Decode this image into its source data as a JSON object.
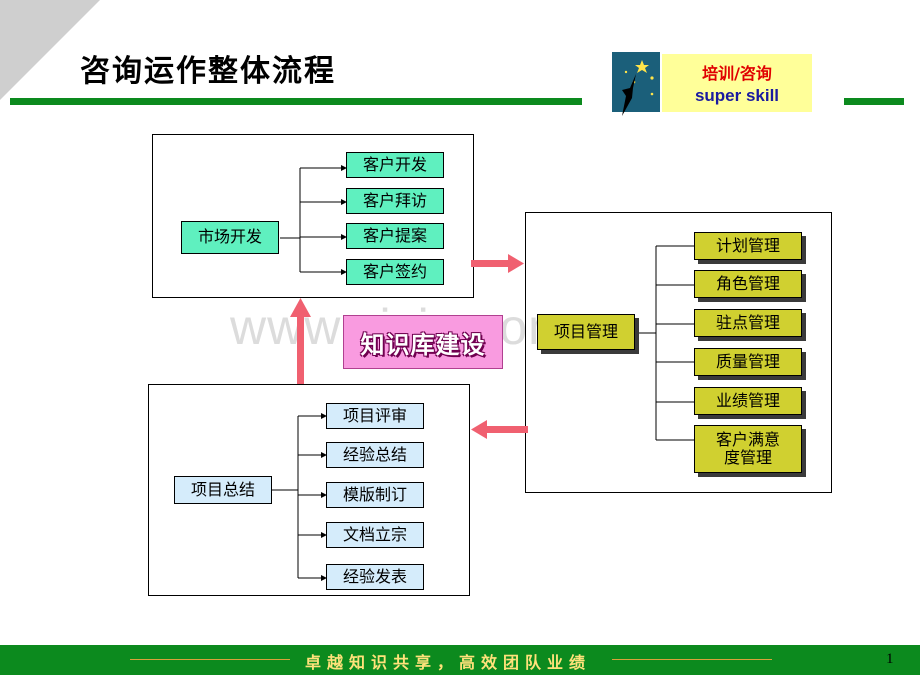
{
  "title": "咨询运作整体流程",
  "brand": {
    "line1": "培训/咨询",
    "line2": "super skill"
  },
  "watermark": "www.zixin.com.cn",
  "market": {
    "root": "市场开发",
    "items": [
      "客户开发",
      "客户拜访",
      "客户提案",
      "客户签约"
    ]
  },
  "project_mgmt": {
    "root": "项目管理",
    "items": [
      "计划管理",
      "角色管理",
      "驻点管理",
      "质量管理",
      "业绩管理",
      "客户满意度管理"
    ]
  },
  "project_summary": {
    "root": "项目总结",
    "items": [
      "项目评审",
      "经验总结",
      "模版制订",
      "文档立宗",
      "经验发表"
    ]
  },
  "center_label": "知识库建设",
  "footer": {
    "slogan": "卓越知识共享，高效团队业绩",
    "page": "1"
  },
  "colors": {
    "green": "#0c8a1e",
    "teal": "#5ff0bf",
    "light_blue": "#d5ecfb",
    "olive": "#d0d030",
    "arrow": "#f06070",
    "pink": "#f99be0"
  }
}
